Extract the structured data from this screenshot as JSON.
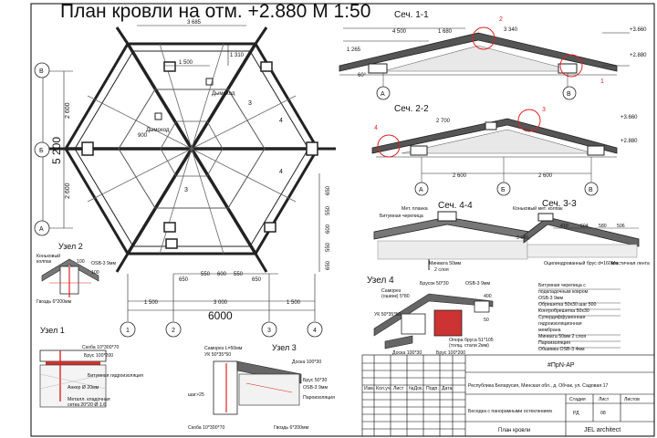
{
  "sheet": {
    "main_title": "План кровли на отм. +2.880 М 1:50"
  },
  "plan": {
    "dims_top": [
      "3 685",
      "1 500",
      "1 310"
    ],
    "dims_left": [
      "2 600",
      "2 600"
    ],
    "dim_left_total": "5 200",
    "dims_bottom": [
      "650",
      "550",
      "600",
      "550",
      "650",
      "1 500",
      "3 000",
      "1 500"
    ],
    "dim_total": "6000",
    "dims_right": [
      "650",
      "550",
      "600",
      "550",
      "650"
    ],
    "axes_rows": [
      "В",
      "Б",
      "А"
    ],
    "axes_cols": [
      "1",
      "2",
      "3",
      "4"
    ],
    "labels": [
      "Дымоход",
      "Дымоход",
      "4",
      "4",
      "3",
      "3",
      "900"
    ]
  },
  "sections": {
    "s11": {
      "title": "Сеч. 1-1",
      "dims": [
        "1 265",
        "4 500",
        "1 680",
        "3 340"
      ],
      "levels": [
        "+3.660",
        "+2.880"
      ],
      "angle": "60°",
      "axes": [
        "А",
        "В"
      ],
      "callouts": [
        "2",
        "1"
      ]
    },
    "s22": {
      "title": "Сеч. 2-2",
      "dims": [
        "2 700",
        "2 600",
        "2 600"
      ],
      "levels": [
        "+3.660",
        "+2.880"
      ],
      "axes": [
        "А",
        "Б",
        "В"
      ],
      "callouts": [
        "4",
        "3"
      ]
    },
    "s44": {
      "title": "Сеч. 4-4",
      "labels": [
        "Битумная черепица",
        "Мет. планка",
        "Минвата 50мм",
        "2 слоя"
      ]
    },
    "s33": {
      "title": "Сеч. 3-3",
      "labels": [
        "Коньковый мет. колпак",
        "Оцилиндрованный брус d=160мм",
        "Мастичная лента"
      ],
      "dims": [
        "410",
        "504",
        "580",
        "506",
        "3 660"
      ]
    }
  },
  "layers": [
    "Битумная черепица с",
    "подкладочным ковром",
    "OSB-3 9мм",
    "Обрешетка 50х30 шаг 500",
    "Контробрешетка 50х30",
    "Супердиффузионная",
    "гидроизоляционная",
    "мембрана",
    "Минвата 50мм 2 слоя",
    "Пароизоляция",
    "Обшивка OSB-3 4мм"
  ],
  "nodes": {
    "u2": {
      "title": "Узел 2",
      "labels": [
        "Коньковый",
        "колпак",
        "OSB-3 9мм",
        "Гвоздь 6*200мм"
      ],
      "dims": [
        "100",
        "100"
      ]
    },
    "u1": {
      "title": "Узел 1",
      "labels": [
        "Скоба 10*300*70",
        "Брус 100*200",
        "Битумная гидроизоляция",
        "Анкер Ø 20мм",
        "Металл. кладочная",
        "сетка 20*20 Ø 1.6"
      ]
    },
    "u3": {
      "title": "Узел 3",
      "labels": [
        "Саморез L=50мм",
        "УК 50*35*50",
        "Доска 100*30",
        "Брус 50*30",
        "OSB-3 9мм",
        "Пароизоляция",
        "шаг>25",
        "Скоба 10*300*70",
        "Гвоздь 6*200мм"
      ]
    },
    "u4": {
      "title": "Узел 4",
      "labels": [
        "Саморез",
        "(ошинк) 5*80",
        "Брусок 50*30",
        "OSB-3 9мм",
        "УК 50*35*50",
        "Опора бруса 51*105",
        "(толщ. стали 2мм)",
        "Доска 100*30",
        "Брус 100*200"
      ],
      "dims": [
        "400",
        "50"
      ]
    }
  },
  "stamp": {
    "code": "#ПрN-АР",
    "address": "Республика Беларусия, Минская обл., д. Обчак, ул. Садовая 17",
    "cols": [
      "Изм.",
      "Кол.уч.",
      "Лист",
      "№Док.",
      "Подп.",
      "Дата"
    ],
    "project": "Беседка с панорамными остеклением",
    "stage_label": "Стадия",
    "sheet_label": "Лист",
    "sheets_label": "Листов",
    "stage": "РД",
    "sheet_no": "08",
    "drawing": "План кровли",
    "company": "JEL architect"
  }
}
